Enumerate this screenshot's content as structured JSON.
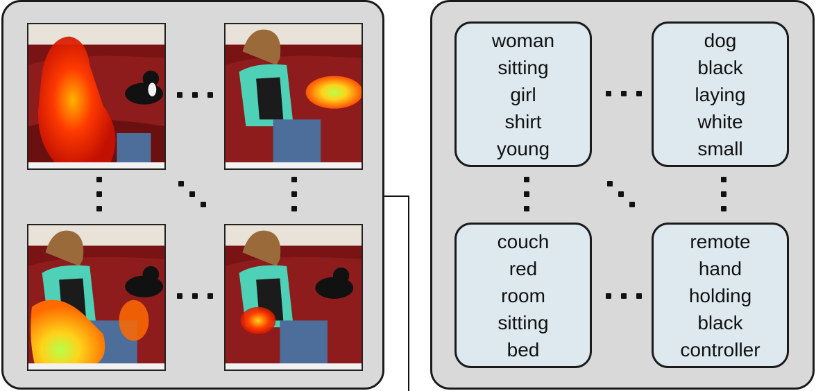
{
  "left_panel": {
    "images": [
      {
        "heatmap_region": "woman"
      },
      {
        "heatmap_region": "dog"
      },
      {
        "heatmap_region": "couch"
      },
      {
        "heatmap_region": "remote"
      }
    ]
  },
  "right_panel": {
    "cards": [
      {
        "words": [
          "woman",
          "sitting",
          "girl",
          "shirt",
          "young"
        ]
      },
      {
        "words": [
          "dog",
          "black",
          "laying",
          "white",
          "small"
        ]
      },
      {
        "words": [
          "couch",
          "red",
          "room",
          "sitting",
          "bed"
        ]
      },
      {
        "words": [
          "remote",
          "hand",
          "holding",
          "black",
          "controller"
        ]
      }
    ]
  },
  "colors": {
    "panel_bg": "#d9d9d9",
    "card_bg": "#dde9ef",
    "heatmap_hot": "#ff2a00",
    "heatmap_warm": "#ffd21a"
  }
}
